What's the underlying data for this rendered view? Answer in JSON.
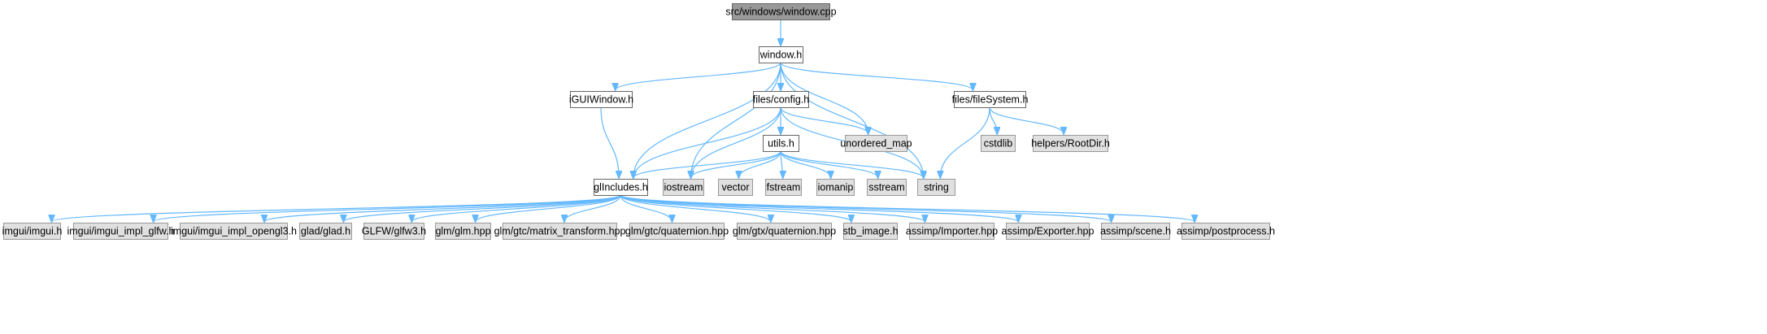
{
  "colors": {
    "background": "#ffffff",
    "edge": "#63b8ff",
    "root_fill": "#999999",
    "root_stroke": "#666666",
    "file_fill": "#ffffff",
    "file_stroke": "#666666",
    "external_fill": "#e0e0e0",
    "external_stroke": "#999999"
  },
  "graph": {
    "title": "",
    "nodes": [
      {
        "id": "window_cpp",
        "label": "src/windows/window.cpp",
        "kind": "root"
      },
      {
        "id": "window_h",
        "label": "window.h",
        "kind": "file"
      },
      {
        "id": "iguiwindow_h",
        "label": "iGUIWindow.h",
        "kind": "file"
      },
      {
        "id": "config_h",
        "label": "files/config.h",
        "kind": "file"
      },
      {
        "id": "filesystem_h",
        "label": "files/fileSystem.h",
        "kind": "file"
      },
      {
        "id": "utils_h",
        "label": "utils.h",
        "kind": "file"
      },
      {
        "id": "unordered_map",
        "label": "unordered_map",
        "kind": "external"
      },
      {
        "id": "cstdlib",
        "label": "cstdlib",
        "kind": "external"
      },
      {
        "id": "rootdir_h",
        "label": "helpers/RootDir.h",
        "kind": "external"
      },
      {
        "id": "glincludes_h",
        "label": "glIncludes.h",
        "kind": "file"
      },
      {
        "id": "iostream",
        "label": "iostream",
        "kind": "external"
      },
      {
        "id": "vector",
        "label": "vector",
        "kind": "external"
      },
      {
        "id": "fstream",
        "label": "fstream",
        "kind": "external"
      },
      {
        "id": "iomanip",
        "label": "iomanip",
        "kind": "external"
      },
      {
        "id": "sstream",
        "label": "sstream",
        "kind": "external"
      },
      {
        "id": "string",
        "label": "string",
        "kind": "external"
      },
      {
        "id": "imgui_h",
        "label": "imgui/imgui.h",
        "kind": "external"
      },
      {
        "id": "imgui_glfw",
        "label": "imgui/imgui_impl_glfw.h",
        "kind": "external"
      },
      {
        "id": "imgui_opengl3",
        "label": "imgui/imgui_impl_opengl3.h",
        "kind": "external"
      },
      {
        "id": "glad_h",
        "label": "glad/glad.h",
        "kind": "external"
      },
      {
        "id": "glfw3_h",
        "label": "GLFW/glfw3.h",
        "kind": "external"
      },
      {
        "id": "glm_hpp",
        "label": "glm/glm.hpp",
        "kind": "external"
      },
      {
        "id": "matrix_transform",
        "label": "glm/gtc/matrix_transform.hpp",
        "kind": "external"
      },
      {
        "id": "gtc_quaternion",
        "label": "glm/gtc/quaternion.hpp",
        "kind": "external"
      },
      {
        "id": "gtx_quaternion",
        "label": "glm/gtx/quaternion.hpp",
        "kind": "external"
      },
      {
        "id": "stb_image",
        "label": "stb_image.h",
        "kind": "external"
      },
      {
        "id": "importer",
        "label": "assimp/Importer.hpp",
        "kind": "external"
      },
      {
        "id": "exporter",
        "label": "assimp/Exporter.hpp",
        "kind": "external"
      },
      {
        "id": "scene_h",
        "label": "assimp/scene.h",
        "kind": "external"
      },
      {
        "id": "postprocess_h",
        "label": "assimp/postprocess.h",
        "kind": "external"
      }
    ],
    "edges": [
      {
        "from": "window_cpp",
        "to": "window_h"
      },
      {
        "from": "window_h",
        "to": "iguiwindow_h"
      },
      {
        "from": "window_h",
        "to": "config_h"
      },
      {
        "from": "window_h",
        "to": "filesystem_h"
      },
      {
        "from": "window_h",
        "to": "glincludes_h"
      },
      {
        "from": "window_h",
        "to": "iostream"
      },
      {
        "from": "window_h",
        "to": "unordered_map"
      },
      {
        "from": "window_h",
        "to": "string"
      },
      {
        "from": "iguiwindow_h",
        "to": "glincludes_h"
      },
      {
        "from": "config_h",
        "to": "utils_h"
      },
      {
        "from": "config_h",
        "to": "glincludes_h"
      },
      {
        "from": "config_h",
        "to": "iostream"
      },
      {
        "from": "config_h",
        "to": "unordered_map"
      },
      {
        "from": "config_h",
        "to": "string"
      },
      {
        "from": "filesystem_h",
        "to": "cstdlib"
      },
      {
        "from": "filesystem_h",
        "to": "rootdir_h"
      },
      {
        "from": "filesystem_h",
        "to": "string"
      },
      {
        "from": "utils_h",
        "to": "glincludes_h"
      },
      {
        "from": "utils_h",
        "to": "iostream"
      },
      {
        "from": "utils_h",
        "to": "vector"
      },
      {
        "from": "utils_h",
        "to": "fstream"
      },
      {
        "from": "utils_h",
        "to": "iomanip"
      },
      {
        "from": "utils_h",
        "to": "sstream"
      },
      {
        "from": "utils_h",
        "to": "string"
      },
      {
        "from": "glincludes_h",
        "to": "imgui_h"
      },
      {
        "from": "glincludes_h",
        "to": "imgui_glfw"
      },
      {
        "from": "glincludes_h",
        "to": "imgui_opengl3"
      },
      {
        "from": "glincludes_h",
        "to": "glad_h"
      },
      {
        "from": "glincludes_h",
        "to": "glfw3_h"
      },
      {
        "from": "glincludes_h",
        "to": "glm_hpp"
      },
      {
        "from": "glincludes_h",
        "to": "matrix_transform"
      },
      {
        "from": "glincludes_h",
        "to": "gtc_quaternion"
      },
      {
        "from": "glincludes_h",
        "to": "gtx_quaternion"
      },
      {
        "from": "glincludes_h",
        "to": "stb_image"
      },
      {
        "from": "glincludes_h",
        "to": "importer"
      },
      {
        "from": "glincludes_h",
        "to": "exporter"
      },
      {
        "from": "glincludes_h",
        "to": "scene_h"
      },
      {
        "from": "glincludes_h",
        "to": "postprocess_h"
      }
    ]
  }
}
